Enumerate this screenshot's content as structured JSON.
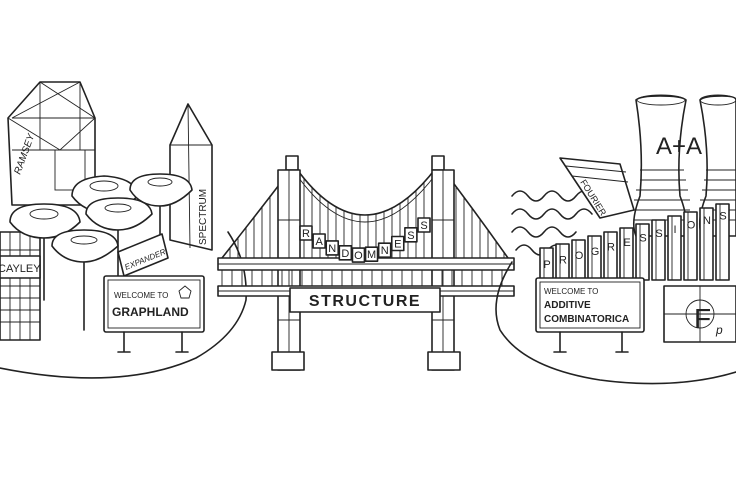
{
  "graphland": {
    "sign_line1": "WELCOME TO",
    "sign_line2": "GRAPHLAND",
    "tower_ramsey": "RAMSEY",
    "tower_spectrum": "SPECTRUM",
    "tag_cayley": "CAYLEY",
    "tag_expander": "EXPANDER"
  },
  "bridge": {
    "arch_letters": [
      "R",
      "A",
      "N",
      "D",
      "O",
      "M",
      "N",
      "E",
      "S",
      "S"
    ],
    "deck_label": "STRUCTURE"
  },
  "additive": {
    "sign_line1": "WELCOME TO",
    "sign_line2": "ADDITIVE",
    "sign_line3": "COMBINATORICA",
    "tower_label": "A+A",
    "fourier": "FOURIER",
    "progressions_letters": [
      "P",
      "R",
      "O",
      "G",
      "R",
      "E",
      "S",
      "S",
      "I",
      "O",
      "N",
      "S"
    ],
    "field_symbol": "F",
    "field_subscript": "p"
  }
}
